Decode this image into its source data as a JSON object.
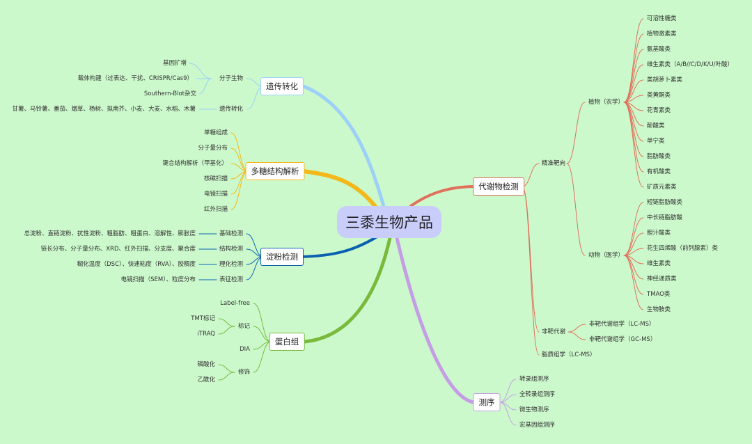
{
  "center": "三黍生物产品",
  "colors": {
    "genetic": "#9dd0f7",
    "polysaccharide": "#f3b81b",
    "starch": "#0b61b0",
    "protein": "#79ba3c",
    "metabolite": "#e0705a",
    "sequencing": "#c49ee4",
    "background": "#ccf9cc"
  },
  "branches": {
    "genetic": {
      "label": "遗传转化",
      "groups": [
        {
          "label": "分子生物",
          "items": [
            "基因扩增",
            "载体构建（过表达、干扰、CRISPR/Cas9）",
            "Southern-Blot杂交"
          ]
        },
        {
          "label": "遗传转化",
          "items": [
            "甘薯、马铃薯、番茄、烟草、杨树、拟南芥、小麦、大麦、水稻、木薯"
          ]
        }
      ]
    },
    "polysaccharide": {
      "label": "多糖结构解析",
      "items": [
        "单糖组成",
        "分子量分布",
        "键合结构解析（甲基化）",
        "核磁扫描",
        "电镜扫描",
        "红外扫描"
      ]
    },
    "starch": {
      "label": "淀粉检测",
      "groups": [
        {
          "label": "基础检测",
          "items": [
            "总淀粉、直链淀粉、抗性淀粉、粗脂肪、粗蛋白、溶解性、膨胀度"
          ]
        },
        {
          "label": "结构检测",
          "items": [
            "链长分布、分子量分布、XRD、红外扫描、分支度、聚合度"
          ]
        },
        {
          "label": "理化检测",
          "items": [
            "糊化温度（DSC）、快速粘度（RVA）、胶稠度"
          ]
        },
        {
          "label": "表征检测",
          "items": [
            "电镜扫描（SEM）、粒度分布"
          ]
        }
      ]
    },
    "protein": {
      "label": "蛋白组",
      "nodes": [
        {
          "label": "Label-free"
        },
        {
          "label": "标记",
          "items": [
            "TMT标记",
            "iTRAQ"
          ]
        },
        {
          "label": "DIA"
        },
        {
          "label": "修饰",
          "items": [
            "磷酸化",
            "乙酰化"
          ]
        }
      ]
    },
    "metabolite": {
      "label": "代谢物检测",
      "targeted": "精准靶向",
      "plant": {
        "label": "植物（农学）",
        "items": [
          "可溶性糖类",
          "植物激素类",
          "氨基酸类",
          "维生素类（A/B//C/D/K/U/叶酸）",
          "类胡萝卜素类",
          "类黄酮类",
          "花青素类",
          "酚酸类",
          "单宁类",
          "脂肪酸类",
          "有机酸类",
          "矿质元素类"
        ]
      },
      "animal": {
        "label": "动物（医学）",
        "items": [
          "短链脂肪酸类",
          "中长链脂肪酸",
          "胆汁酸类",
          "花生四烯酸（前列腺素）类",
          "维生素类",
          "神经递质类",
          "TMAO类",
          "生物胺类"
        ]
      },
      "untargeted": {
        "label": "非靶代谢",
        "items": [
          "非靶代谢组学（LC-MS）",
          "非靶代谢组学（GC-MS）"
        ]
      },
      "lipid": "脂质组学（LC-MS）"
    },
    "sequencing": {
      "label": "测序",
      "items": [
        "转录组测序",
        "全转录组测序",
        "微生物测序",
        "宏基因组测序"
      ]
    }
  }
}
